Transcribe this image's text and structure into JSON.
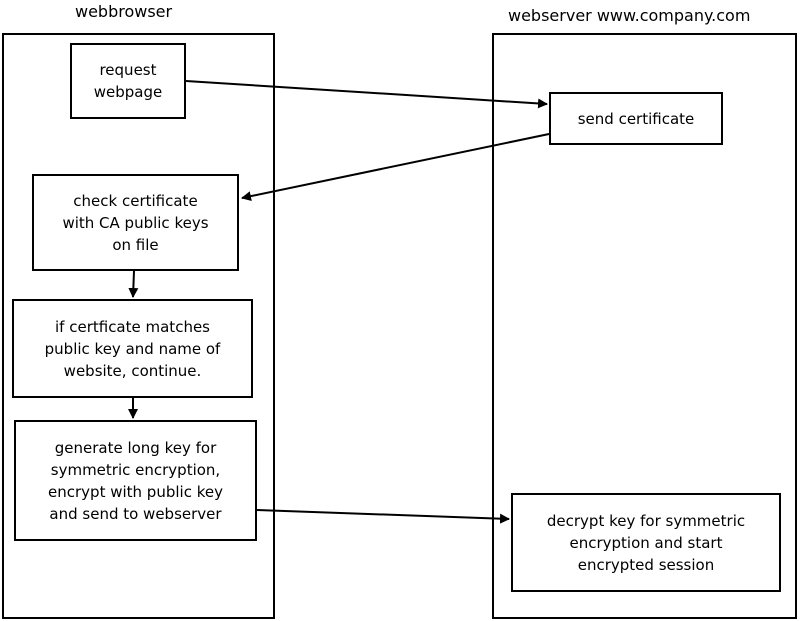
{
  "lanes": {
    "browser": {
      "title": "webbrowser"
    },
    "server": {
      "title": "webserver www.company.com"
    }
  },
  "boxes": {
    "request": "request\nwebpage",
    "send_cert": "send certificate",
    "check_cert": "check certificate\nwith CA public keys\non file",
    "match": "if certficate matches\npublic key and name of\nwebsite, continue.",
    "generate_key": "generate long key for\nsymmetric encryption,\nencrypt with public key\nand send to webserver",
    "decrypt": "decrypt key for symmetric\nencryption and start\nencrypted session"
  }
}
